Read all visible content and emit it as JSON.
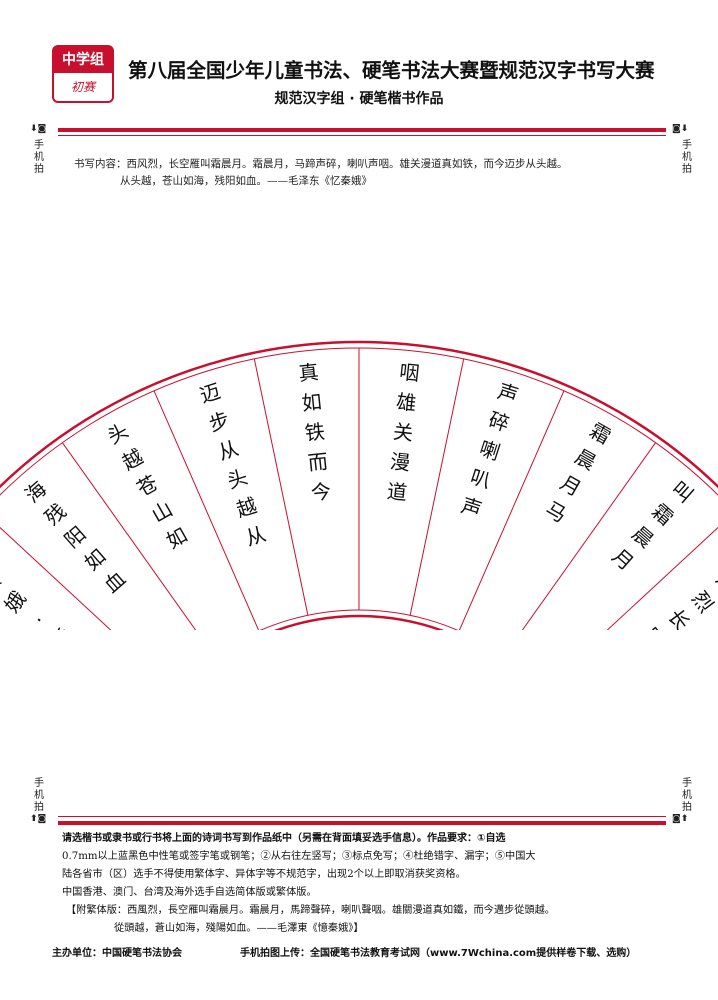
{
  "header": {
    "badge_group": "中学组",
    "badge_stage": "初赛",
    "title": "第八届全国少年儿童书法、硬笔书法大赛暨规范汉字书写大赛",
    "subtitle": "规范汉字组 · 硬笔楷书作品"
  },
  "side": {
    "label": "手机拍",
    "icon": "camera-icon"
  },
  "content": {
    "line1": "书写内容：西风烈，长空雁叫霜晨月。霜晨月，马蹄声碎，喇叭声咽。雄关漫道真如铁，而今迈步从头越。",
    "line2": "从头越，苍山如海，残阳如血。——毛泽东《忆秦娥》"
  },
  "fan": {
    "columns": [
      "西风烈长空雁",
      "叫霜晨月",
      "霜晨月马",
      "声碎喇叭声",
      "咽雄关漫道",
      "真如铁而今",
      "迈步从头越从",
      "头越苍山如",
      "海残阳如血",
      "忆秦娥·毛泽东"
    ]
  },
  "requirements": {
    "line1": "请选楷书或隶书或行书将上面的诗词书写到作品纸中（另需在背面填妥选手信息）。作品要求：①自选",
    "line2": "0.7mm以上蓝黑色中性笔或签字笔或钢笔；②从右往左竖写；③标点免写；④杜绝错字、漏字；⑤中国大",
    "line3": "陆各省市（区）选手不得使用繁体字、异体字等不规范字，出现2个以上即取消获奖资格。",
    "line4": "中国香港、澳门、台湾及海外选手自选简体版或繁体版。",
    "trad1": "【附繁体版：西風烈，長空雁叫霜晨月。霜晨月，馬蹄聲碎，喇叭聲咽。雄關漫道真如鐵，而今邁步從頭越。",
    "trad2": "從頭越，蒼山如海，殘陽如血。——毛澤東《憶秦娥》】"
  },
  "footer": {
    "organizer": "主办单位：中国硬笔书法协会",
    "upload": "手机拍图上传：全国硬笔书法教育考试网（www.7Wchina.com提供样卷下载、选购）"
  },
  "colors": {
    "accent": "#c8102e"
  }
}
